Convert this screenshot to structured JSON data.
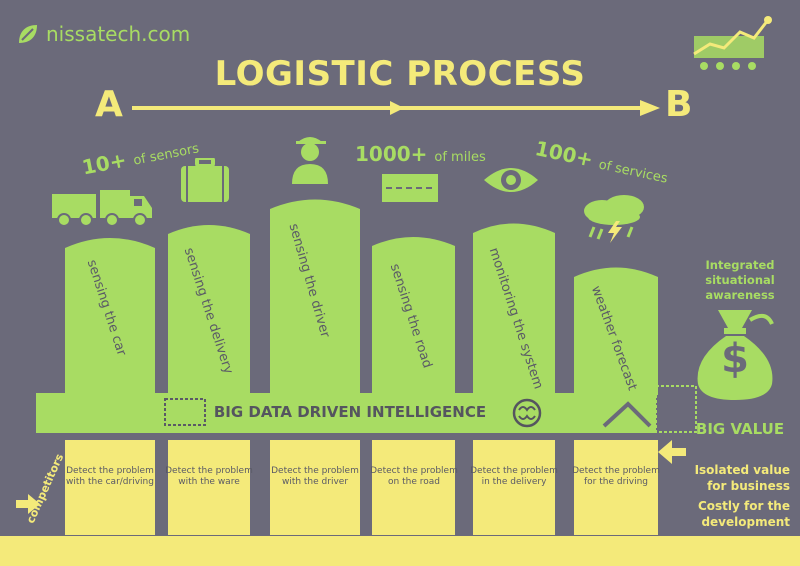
{
  "brand": {
    "name": "nissatech.com"
  },
  "title": "LOGISTIC PROCESS",
  "start_label": "A",
  "end_label": "B",
  "stats": {
    "sensors": {
      "num": "10+",
      "text": "of sensors"
    },
    "miles": {
      "num": "1000+",
      "text": "of miles"
    },
    "services": {
      "num": "100+",
      "text": "of services"
    }
  },
  "pillars": [
    {
      "label": "sensing the car",
      "problem": "Detect the problem with the car/driving"
    },
    {
      "label": "sensing the delivery",
      "problem": "Detect the problem with the ware"
    },
    {
      "label": "sensing the driver",
      "problem": "Detect the problem with the driver"
    },
    {
      "label": "sensing the road",
      "problem": "Detect the problem on the road"
    },
    {
      "label": "monitoring the system",
      "problem": "Detect the problem in the delivery"
    },
    {
      "label": "weather forecast",
      "problem": "Detect the problem for the driving"
    }
  ],
  "bar_label": "BIG DATA DRIVEN INTELLIGENCE",
  "integrated": "Integrated situational awareness",
  "money_symbol": "$",
  "big_value": "BIG VALUE",
  "competitors": "competitors",
  "isolated": "Isolated value for business",
  "costly": "Costly for the development",
  "colors": {
    "background": "#6b6a7a",
    "green": "#a8dc63",
    "yellow": "#f4ea7a"
  },
  "icons": [
    "leaf-logo-icon",
    "truck-icon",
    "suitcase-icon",
    "driver-icon",
    "road-icon",
    "eye-icon",
    "cloud-rain-icon",
    "money-bag-icon",
    "brain-icon",
    "arrow-right-icon",
    "arrow-left-icon"
  ]
}
